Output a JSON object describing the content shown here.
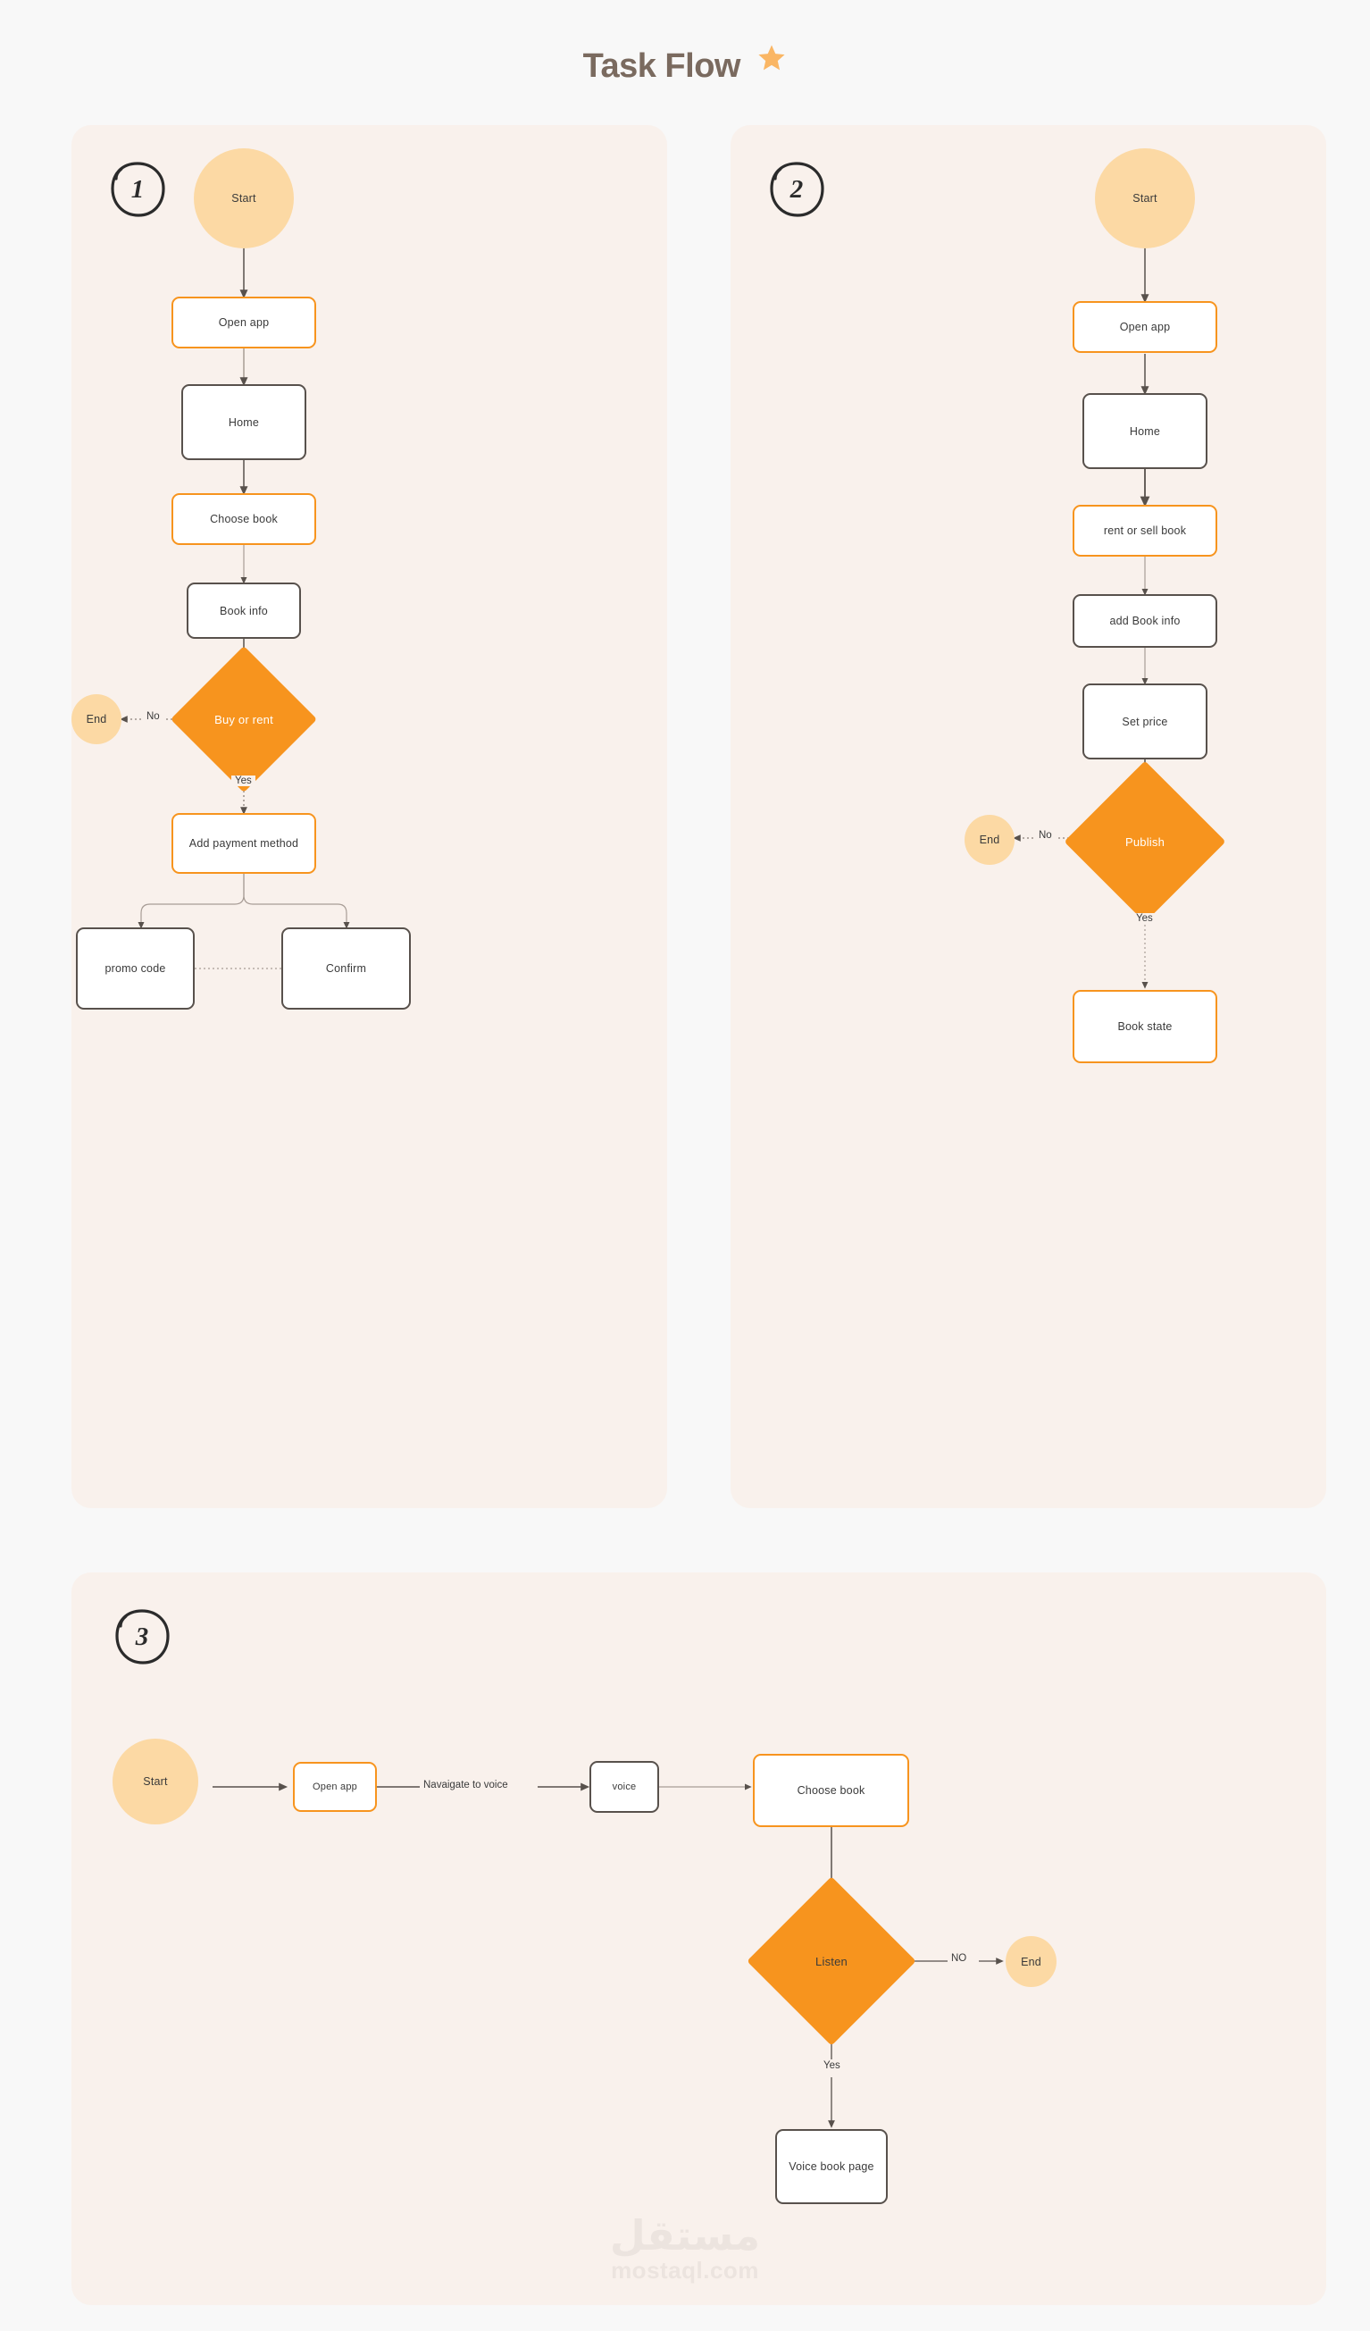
{
  "header": {
    "title": "Task Flow",
    "star_icon": "star-icon"
  },
  "colors": {
    "page_bg": "#f8f8f8",
    "panel_bg": "#f9f1ec",
    "accent_orange": "#f7941e",
    "start_end_fill": "#fcd9a4",
    "node_border_dark": "#58514c",
    "title_color": "#7a6a5f",
    "text_color": "#3a3a3a",
    "watermark_color": "#ece4df"
  },
  "flows": [
    {
      "badge": "1",
      "nodes": [
        {
          "id": "f1-start",
          "label": "Start",
          "shape": "circle"
        },
        {
          "id": "f1-open",
          "label": "Open app",
          "shape": "box-orange"
        },
        {
          "id": "f1-home",
          "label": "Home",
          "shape": "box-dark"
        },
        {
          "id": "f1-choose",
          "label": "Choose book",
          "shape": "box-orange"
        },
        {
          "id": "f1-info",
          "label": "Book info",
          "shape": "box-dark"
        },
        {
          "id": "f1-decide",
          "label": "Buy or rent",
          "shape": "diamond"
        },
        {
          "id": "f1-end",
          "label": "End",
          "shape": "circle"
        },
        {
          "id": "f1-pay",
          "label": "Add payment method",
          "shape": "box-orange"
        },
        {
          "id": "f1-promo",
          "label": "promo code",
          "shape": "box-dark"
        },
        {
          "id": "f1-confirm",
          "label": "Confirm",
          "shape": "box-dark"
        }
      ],
      "edge_labels": [
        {
          "id": "f1-no",
          "label": "No"
        },
        {
          "id": "f1-yes",
          "label": "Yes"
        }
      ]
    },
    {
      "badge": "2",
      "nodes": [
        {
          "id": "f2-start",
          "label": "Start",
          "shape": "circle"
        },
        {
          "id": "f2-open",
          "label": "Open app",
          "shape": "box-orange"
        },
        {
          "id": "f2-home",
          "label": "Home",
          "shape": "box-dark"
        },
        {
          "id": "f2-rent",
          "label": "rent or sell book",
          "shape": "box-orange"
        },
        {
          "id": "f2-addinfo",
          "label": "add Book info",
          "shape": "box-dark"
        },
        {
          "id": "f2-price",
          "label": "Set price",
          "shape": "box-dark"
        },
        {
          "id": "f2-publish",
          "label": "Publish",
          "shape": "diamond"
        },
        {
          "id": "f2-end",
          "label": "End",
          "shape": "circle"
        },
        {
          "id": "f2-state",
          "label": "Book state",
          "shape": "box-orange"
        }
      ],
      "edge_labels": [
        {
          "id": "f2-no",
          "label": "No"
        },
        {
          "id": "f2-yes",
          "label": "Yes"
        }
      ]
    },
    {
      "badge": "3",
      "nodes": [
        {
          "id": "f3-start",
          "label": "Start",
          "shape": "circle"
        },
        {
          "id": "f3-open",
          "label": "Open app",
          "shape": "box-orange"
        },
        {
          "id": "f3-voice",
          "label": "voice",
          "shape": "box-dark"
        },
        {
          "id": "f3-choose",
          "label": "Choose book",
          "shape": "box-orange"
        },
        {
          "id": "f3-listen",
          "label": "Listen",
          "shape": "diamond"
        },
        {
          "id": "f3-end",
          "label": "End",
          "shape": "circle"
        },
        {
          "id": "f3-page",
          "label": "Voice book page",
          "shape": "box-dark"
        }
      ],
      "edge_labels": [
        {
          "id": "f3-nav",
          "label": "Navaigate to voice"
        },
        {
          "id": "f3-no",
          "label": "NO"
        },
        {
          "id": "f3-yes",
          "label": "Yes"
        }
      ]
    }
  ],
  "watermark": {
    "arabic": "مستقل",
    "latin": "mostaql.com"
  }
}
